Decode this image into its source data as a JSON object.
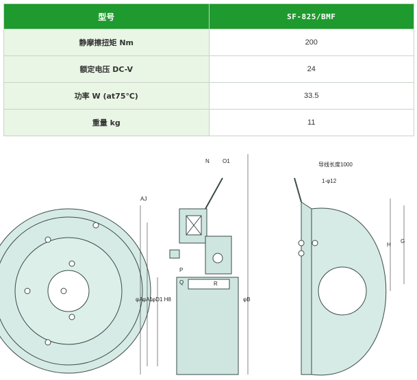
{
  "table": {
    "header": {
      "label": "型号",
      "value": "SF-825/BMF"
    },
    "rows": [
      {
        "label": "静摩擦扭矩 Nm",
        "value": "200"
      },
      {
        "label": "额定电压 DC-V",
        "value": "24"
      },
      {
        "label": "功率 W (at75℃)",
        "value": "33.5"
      },
      {
        "label": "重量 kg",
        "value": "11"
      }
    ]
  },
  "drawing": {
    "labels": {
      "n": "N",
      "o1": "O1",
      "aj": "AJ",
      "p": "P",
      "q": "Q",
      "r": "R",
      "phi_a": "φA",
      "phi_a1": "φA1",
      "phi_d1": "φD1 H8",
      "phi_b": "φB",
      "lead": "导线长度1000",
      "hole": "1-φ12",
      "h": "H",
      "g": "G"
    }
  },
  "colors": {
    "header_green": "#1f9a2e",
    "label_bg": "#e9f5e5",
    "part_fill": "#cfe6e0",
    "outline": "#3a4a48"
  }
}
